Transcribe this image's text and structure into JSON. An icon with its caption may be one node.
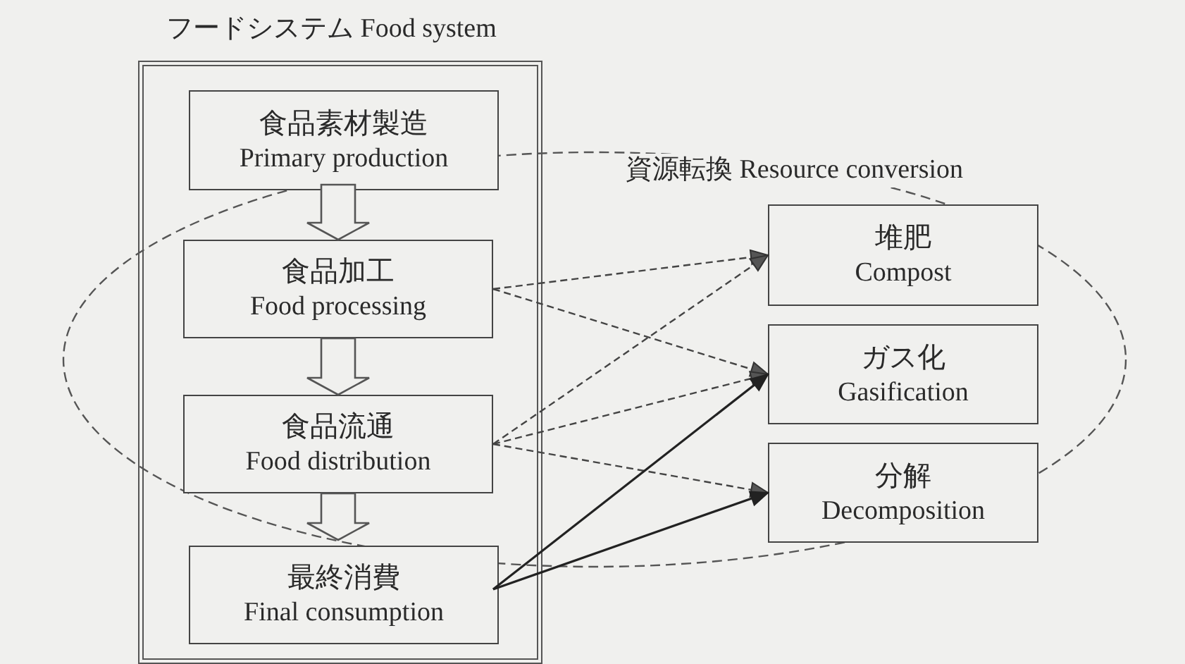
{
  "diagram": {
    "nodes": [
      {
        "text": [
          "フードシステム Food system"
        ]
      },
      {
        "text": [
          "食品素材製造",
          "Primary production"
        ],
        "in": 0
      },
      {
        "text": [
          "食品加工",
          "Food processing"
        ]
      },
      {
        "text": [
          "食品流通",
          "Food distribution"
        ]
      },
      {
        "text": [
          "最終消費",
          "Final consumption"
        ],
        "in": 0
      },
      {
        "text": [
          "資源転換 Resource conversion"
        ]
      },
      {
        "text": [
          "堆肥",
          "Compost"
        ],
        "in": 5
      },
      {
        "text": [
          "ガス化",
          "Gasification"
        ],
        "in": 5
      },
      {
        "text": [
          "分解",
          "Decomposition"
        ],
        "in": 5
      }
    ],
    "edges": [
      {
        "from": 1,
        "to": 2,
        "arrow": "to"
      },
      {
        "from": 2,
        "to": 3,
        "arrow": "to"
      },
      {
        "from": 3,
        "to": 4,
        "arrow": "to"
      },
      {
        "from": 2,
        "to": 6,
        "arrow": "to",
        "style": "dashed"
      },
      {
        "from": 2,
        "to": 7,
        "arrow": "to",
        "style": "dashed"
      },
      {
        "from": 3,
        "to": 6,
        "arrow": "to",
        "style": "dashed"
      },
      {
        "from": 3,
        "to": 7,
        "arrow": "to",
        "style": "dashed"
      },
      {
        "from": 3,
        "to": 8,
        "arrow": "to",
        "style": "dashed"
      },
      {
        "from": 4,
        "to": 7,
        "arrow": "to"
      },
      {
        "from": 4,
        "to": 8,
        "arrow": "to"
      }
    ]
  }
}
